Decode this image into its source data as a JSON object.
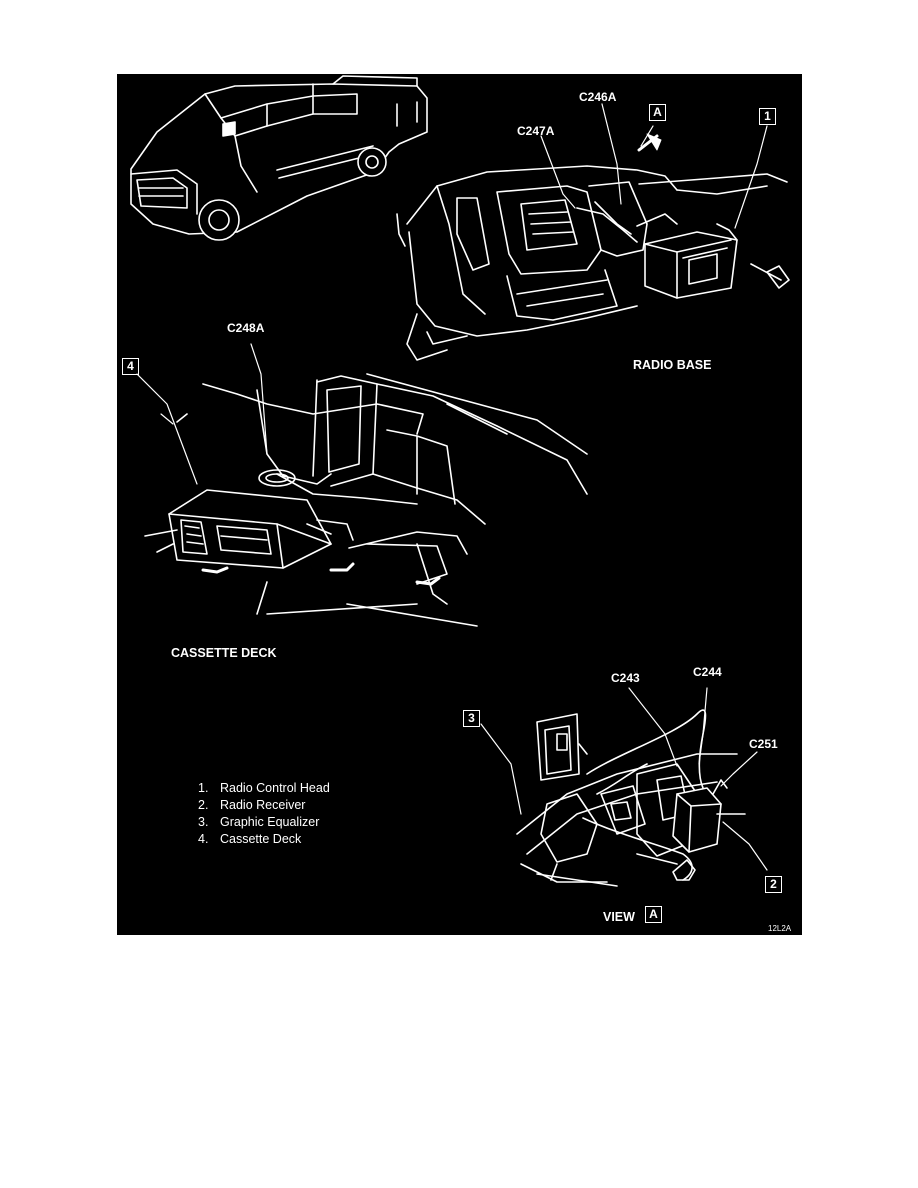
{
  "connectors": {
    "c246a": "C246A",
    "c247a": "C247A",
    "c248a": "C248A",
    "c243": "C243",
    "c244": "C244",
    "c251": "C251"
  },
  "callouts": {
    "a": "A",
    "one": "1",
    "two": "2",
    "three": "3",
    "four": "4"
  },
  "sections": {
    "radio_base": "RADIO BASE",
    "cassette_deck": "CASSETTE DECK",
    "view": "VIEW",
    "view_box": "A"
  },
  "legend": [
    {
      "num": "1.",
      "label": "Radio Control Head"
    },
    {
      "num": "2.",
      "label": "Radio Receiver"
    },
    {
      "num": "3.",
      "label": "Graphic Equalizer"
    },
    {
      "num": "4.",
      "label": "Cassette Deck"
    }
  ],
  "figure_code": "12L2A"
}
